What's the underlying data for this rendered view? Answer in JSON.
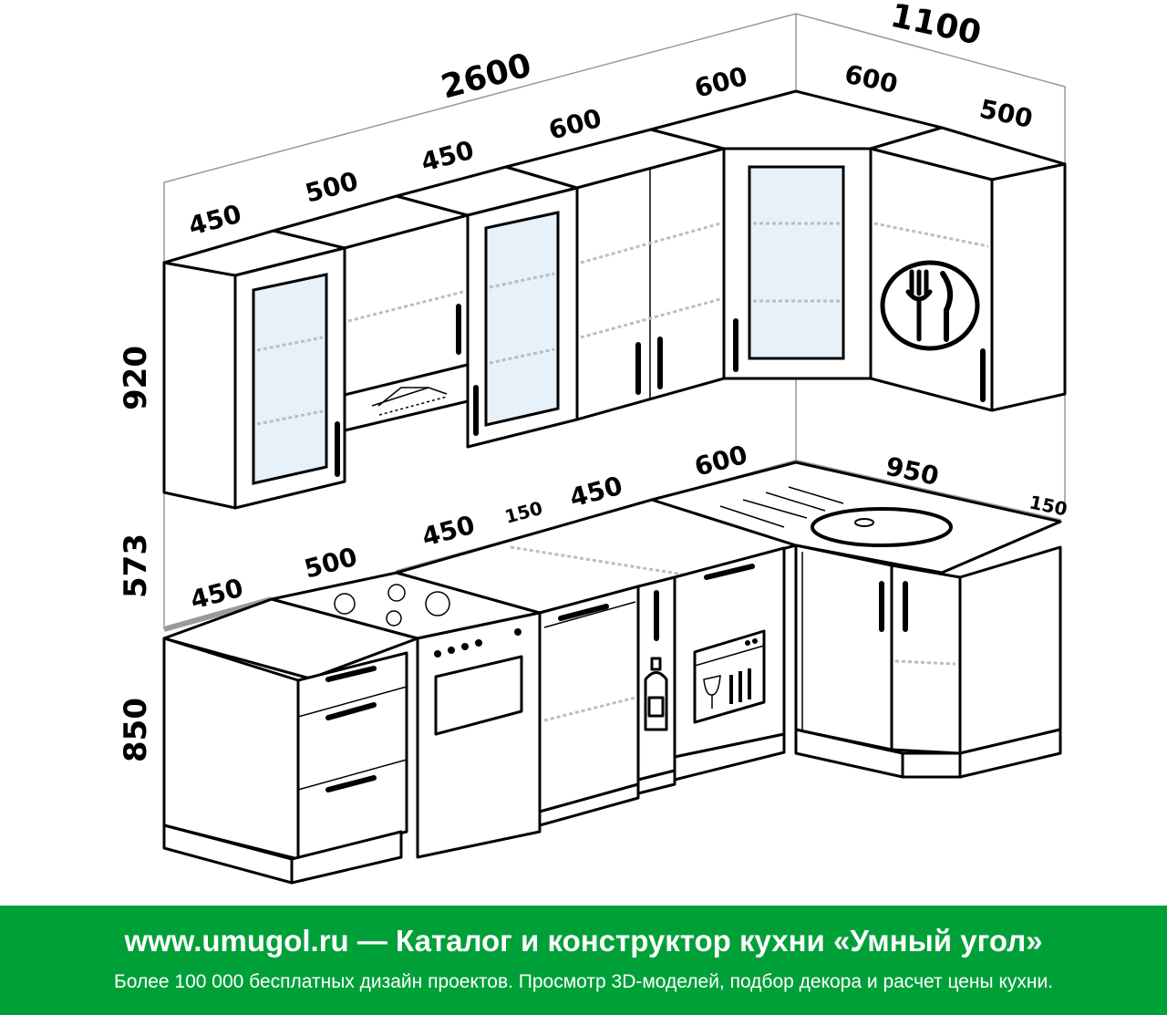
{
  "dimensions": {
    "total_left_run": "2600",
    "total_right_run": "1100",
    "upper_modules": [
      "450",
      "500",
      "450",
      "600",
      "600",
      "600",
      "500"
    ],
    "base_modules": [
      "450",
      "500",
      "450",
      "150",
      "450",
      "600",
      "950",
      "150"
    ],
    "heights": [
      "920",
      "573",
      "850"
    ]
  },
  "footer": {
    "site": "www.umugol.ru",
    "separator": "—",
    "headline": "Каталог и конструктор кухни «Умный угол»",
    "subline": "Более 100 000 бесплатных дизайн проектов. Просмотр 3D-моделей, подбор декора и расчет цены кухни."
  },
  "icons": [
    "cutlery-icon",
    "bottle-icon",
    "dishwasher-icon",
    "cooktop-icon",
    "oven-icon",
    "sink-icon",
    "range-hood-icon"
  ]
}
